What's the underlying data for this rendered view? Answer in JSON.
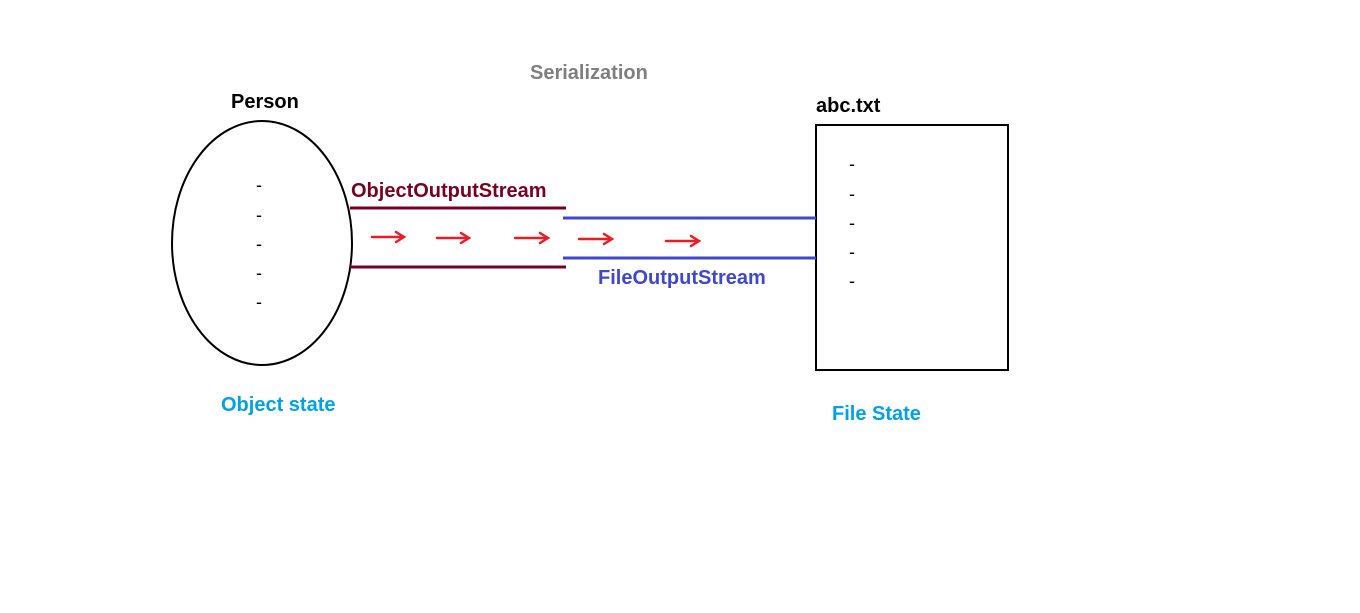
{
  "title": "Serialization",
  "source": {
    "label": "Person",
    "state_label": "Object state",
    "fields": [
      "-",
      "-",
      "-",
      "-",
      "-"
    ]
  },
  "target": {
    "label": "abc.txt",
    "state_label": "File State",
    "fields": [
      "-",
      "-",
      "-",
      "-",
      "-"
    ]
  },
  "streams": {
    "object_stream": "ObjectOutputStream",
    "file_stream": "FileOutputStream"
  },
  "arrow_count": 5,
  "colors": {
    "title": "#7f7f7f",
    "object_stream": "#7a0021",
    "file_stream": "#3f48cc",
    "arrows": "#ed1c24",
    "state_labels": "#00a2e8",
    "outline": "#000000"
  }
}
